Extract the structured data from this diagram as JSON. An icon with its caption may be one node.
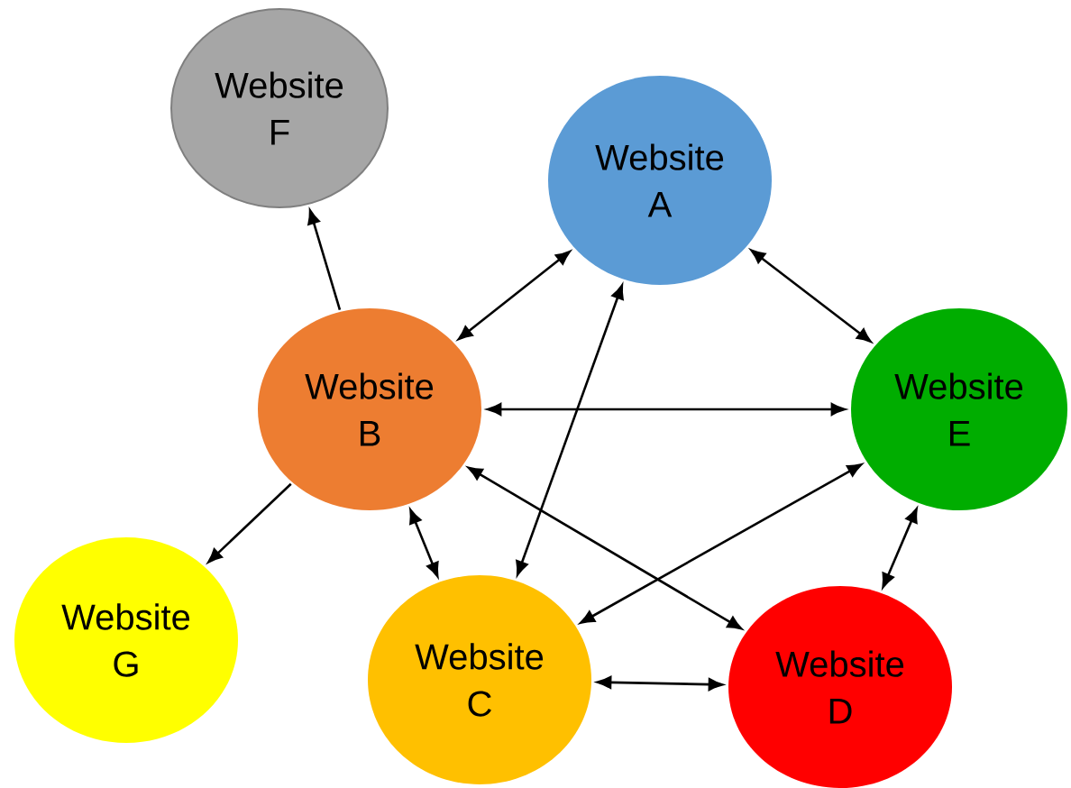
{
  "diagram": {
    "nodes": [
      {
        "text": [
          "Website F"
        ]
      },
      {
        "text": [
          "Website A"
        ]
      },
      {
        "text": [
          "Website B"
        ]
      },
      {
        "text": [
          "Website E"
        ]
      },
      {
        "text": [
          "Website G"
        ]
      },
      {
        "text": [
          "Website C"
        ]
      },
      {
        "text": [
          "Website D"
        ]
      }
    ],
    "edges": [
      {
        "from": 2,
        "to": 0,
        "arrow": "to"
      },
      {
        "from": 2,
        "to": 1,
        "arrow": "both"
      },
      {
        "from": 1,
        "to": 3,
        "arrow": "both"
      },
      {
        "from": 2,
        "to": 3,
        "arrow": "both"
      },
      {
        "from": 2,
        "to": 6,
        "arrow": "both"
      },
      {
        "from": 2,
        "to": 5,
        "arrow": "both"
      },
      {
        "from": 2,
        "to": 4,
        "arrow": "to"
      },
      {
        "from": 5,
        "to": 1,
        "arrow": "both"
      },
      {
        "from": 5,
        "to": 3,
        "arrow": "both"
      },
      {
        "from": 5,
        "to": 6,
        "arrow": "both"
      },
      {
        "from": 6,
        "to": 3,
        "arrow": "both"
      }
    ]
  }
}
